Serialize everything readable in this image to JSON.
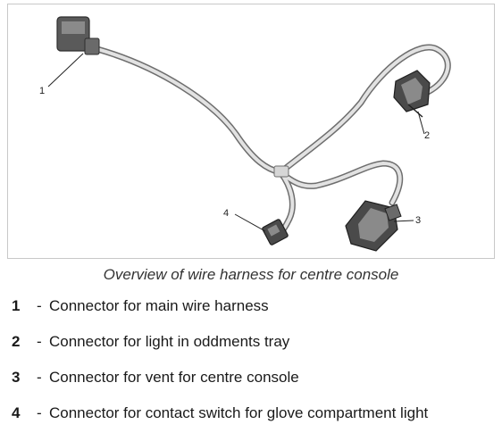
{
  "figure": {
    "callouts": [
      "1",
      "2",
      "3",
      "4"
    ]
  },
  "caption": "Overview of wire harness for centre console",
  "legend": [
    {
      "number": "1",
      "dash": "-",
      "text": "Connector for main wire harness"
    },
    {
      "number": "2",
      "dash": "-",
      "text": "Connector for light in oddments tray"
    },
    {
      "number": "3",
      "dash": "-",
      "text": "Connector for vent for centre console"
    },
    {
      "number": "4",
      "dash": "-",
      "text": "Connector for contact switch for glove compartment light"
    }
  ],
  "colors": {
    "wire_outline": "#6e6e6e",
    "wire_fill": "#e2e2e2",
    "connector_dark": "#4a4a4a",
    "connector_mid": "#8a8a8a",
    "frame": "#c8c8c8"
  }
}
